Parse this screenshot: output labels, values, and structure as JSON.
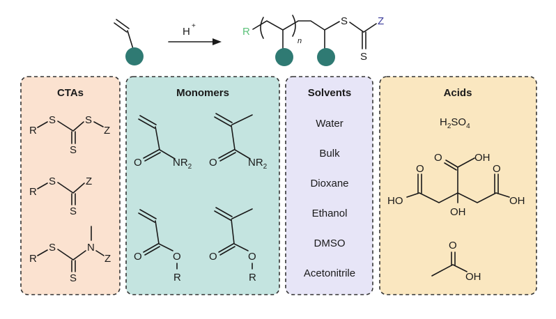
{
  "colors": {
    "cta_bg": "#fbe2d0",
    "monomer_bg": "#c4e4e0",
    "solvent_bg": "#e7e5f7",
    "acid_bg": "#fae7c0",
    "bead": "#2f7a73",
    "r_green": "#5cc27a",
    "z_blue": "#3a3a9a"
  },
  "reaction": {
    "reagent": "H",
    "reagent_charge": "+",
    "r_group": "R",
    "repeat": "n",
    "sulfur": "S",
    "z_group": "Z",
    "thione": "S"
  },
  "ctas": {
    "title": "CTAs",
    "atoms": {
      "r": "R",
      "s": "S",
      "z": "Z",
      "n": "N"
    }
  },
  "monomers": {
    "title": "Monomers",
    "atoms": {
      "o": "O",
      "nr": "NR",
      "sub2": "2",
      "r": "R"
    }
  },
  "solvents": {
    "title": "Solvents",
    "items": [
      "Water",
      "Bulk",
      "Dioxane",
      "Ethanol",
      "DMSO",
      "Acetonitrile"
    ]
  },
  "acids": {
    "title": "Acids",
    "h2so4": {
      "h": "H",
      "s2": "2",
      "so": "SO",
      "s4": "4"
    },
    "atoms": {
      "o": "O",
      "oh": "OH",
      "ho": "HO"
    }
  }
}
